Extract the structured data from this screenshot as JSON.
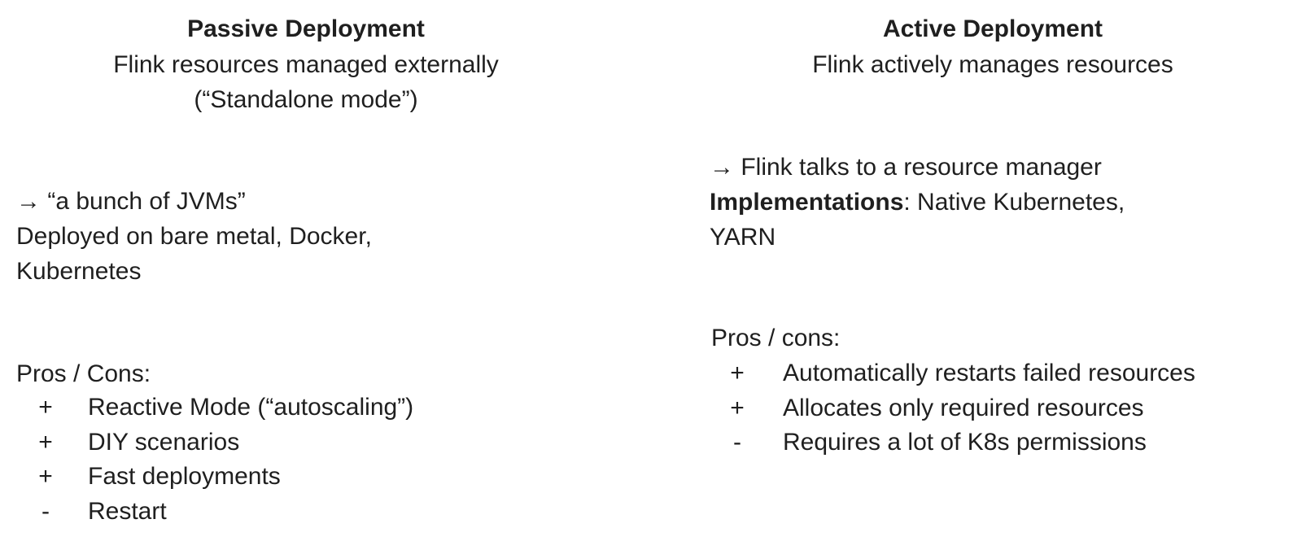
{
  "left": {
    "title": "Passive Deployment",
    "subtitle_lines": [
      "Flink resources managed externally",
      "(“Standalone mode”)"
    ],
    "description_lines": [
      "→ “a bunch of JVMs”",
      "Deployed on bare metal, Docker,",
      "Kubernetes"
    ],
    "pros_cons_title": "Pros / Cons:",
    "items": [
      {
        "sign": "+",
        "text": "Reactive Mode (“autoscaling”)"
      },
      {
        "sign": "+",
        "text": "DIY scenarios"
      },
      {
        "sign": "+",
        "text": "Fast deployments"
      },
      {
        "sign": "-",
        "text": "Restart"
      }
    ]
  },
  "right": {
    "title": "Active Deployment",
    "subtitle_lines": [
      "Flink actively manages resources"
    ],
    "description_line1": "→ Flink talks to a resource manager",
    "implementations_label": "Implementations",
    "implementations_value": ": Native Kubernetes,",
    "implementations_value_cont": "YARN",
    "pros_cons_title": "Pros / cons:",
    "items": [
      {
        "sign": "+",
        "text": "Automatically restarts failed resources"
      },
      {
        "sign": "+",
        "text": "Allocates only required resources"
      },
      {
        "sign": "-",
        "text": "Requires a lot of K8s permissions"
      }
    ]
  }
}
